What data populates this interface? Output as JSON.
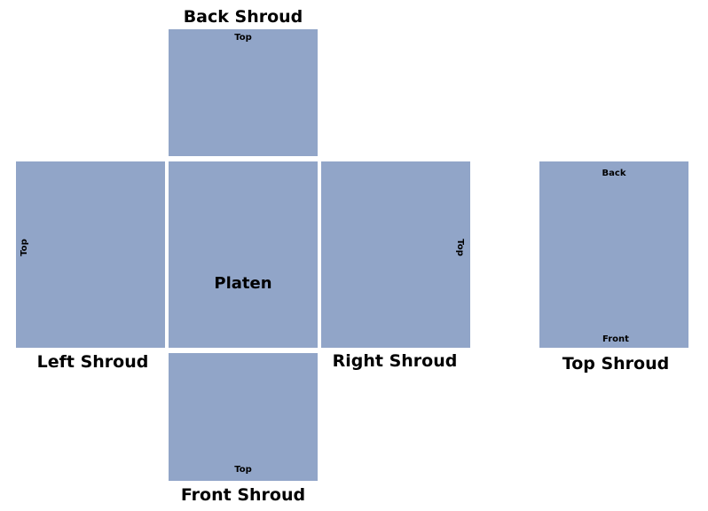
{
  "panels": {
    "back": {
      "name": "Back Shroud",
      "orientation": "Top"
    },
    "left": {
      "name": "Left Shroud",
      "orientation": "Top"
    },
    "platen": {
      "name": "Platen"
    },
    "right": {
      "name": "Right Shroud",
      "orientation": "Top"
    },
    "front": {
      "name": "Front Shroud",
      "orientation": "Top"
    },
    "top": {
      "name": "Top Shroud",
      "edge_back": "Back",
      "edge_front": "Front"
    }
  },
  "colors": {
    "panel_fill": "#91a5c8",
    "background": "#ffffff",
    "text": "#000000"
  }
}
